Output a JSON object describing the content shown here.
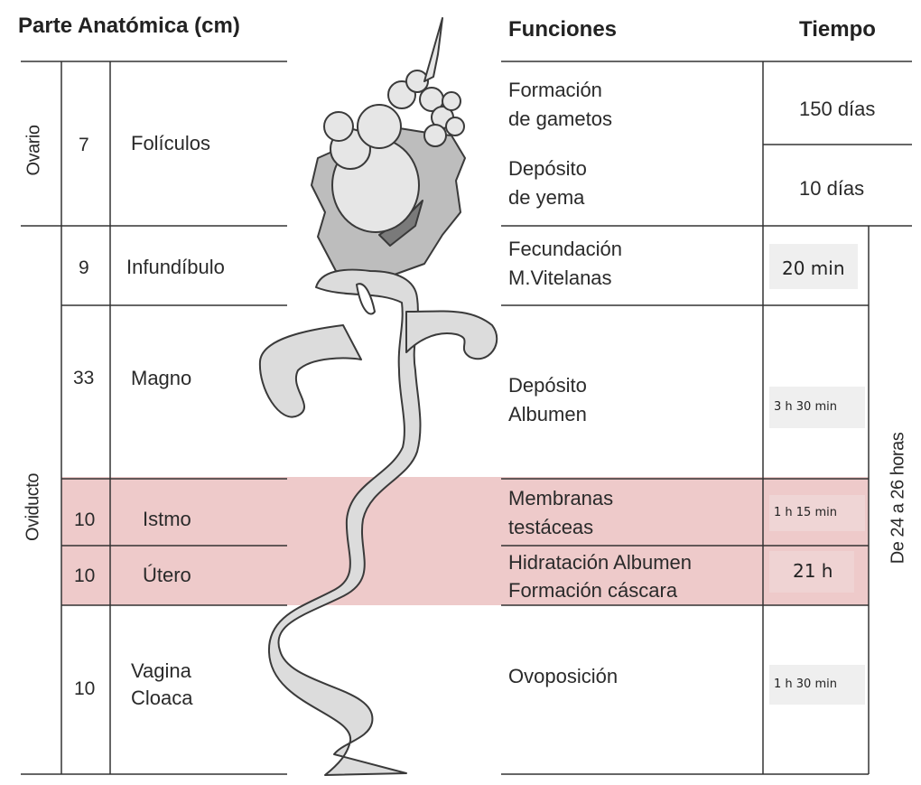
{
  "headers": {
    "parte": "Parte Anatómica (cm)",
    "funciones": "Funciones",
    "tiempo": "Tiempo"
  },
  "groups": {
    "ovario": "Ovario",
    "oviducto": "Oviducto"
  },
  "rows": [
    {
      "cm": "7",
      "part": "Folículos"
    },
    {
      "cm": "9",
      "part": "Infundíbulo"
    },
    {
      "cm": "33",
      "part": "Magno"
    },
    {
      "cm": "10",
      "part": "Istmo"
    },
    {
      "cm": "10",
      "part": "Útero"
    },
    {
      "cm": "10",
      "part_line1": "Vagina",
      "part_line2": "Cloaca"
    }
  ],
  "functions": [
    {
      "line1": "Formación",
      "line2": "de gametos",
      "time": "150 días"
    },
    {
      "line1": "Depósito",
      "line2": "de yema",
      "time": "10 días"
    },
    {
      "line1": "Fecundación",
      "line2": "M.Vitelanas",
      "time": "20 min"
    },
    {
      "line1": "Depósito",
      "line2": "Albumen",
      "time": "3 h 30 min"
    },
    {
      "line1": "Membranas",
      "line2": "testáceas",
      "time": "1 h 15 min"
    },
    {
      "line1": "Hidratación Albumen",
      "line2": "Formación cáscara",
      "time": "21 h"
    },
    {
      "line1": "Ovoposición",
      "time": "1 h 30 min"
    }
  ],
  "total_time": "De 24 a 26 horas",
  "colors": {
    "highlight_band": "#d98b8b",
    "organ_fill": "#dcdcdc",
    "organ_stroke": "#3a3a3a",
    "rule": "#333333"
  }
}
